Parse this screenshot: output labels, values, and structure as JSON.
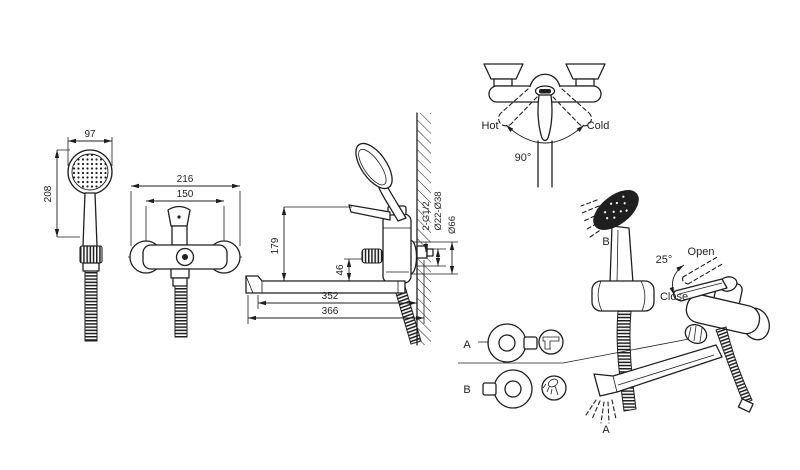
{
  "meta": {
    "background": "#ffffff",
    "line_color": "#1f1f1f"
  },
  "hand_shower_view": {
    "width_dim": "97",
    "length_dim": "208"
  },
  "front_view": {
    "width_dim": "216",
    "centers_dim": "150"
  },
  "side_view": {
    "height_dim": "179",
    "offset_dim": "46",
    "spout_dim": "352",
    "reach_dim": "366",
    "thread_label": "2-G1/2",
    "cover_label": "Ø22-Ø38",
    "flange_label": "Ø66"
  },
  "rotation_view": {
    "hot": "Hot",
    "cold": "Cold",
    "angle": "90°"
  },
  "perspective_view": {
    "angle": "25°",
    "open": "Open",
    "close": "Close",
    "shower_label": "B",
    "spout_label": "A"
  },
  "diverter_detail": {
    "row_a": "A",
    "row_b": "B"
  }
}
